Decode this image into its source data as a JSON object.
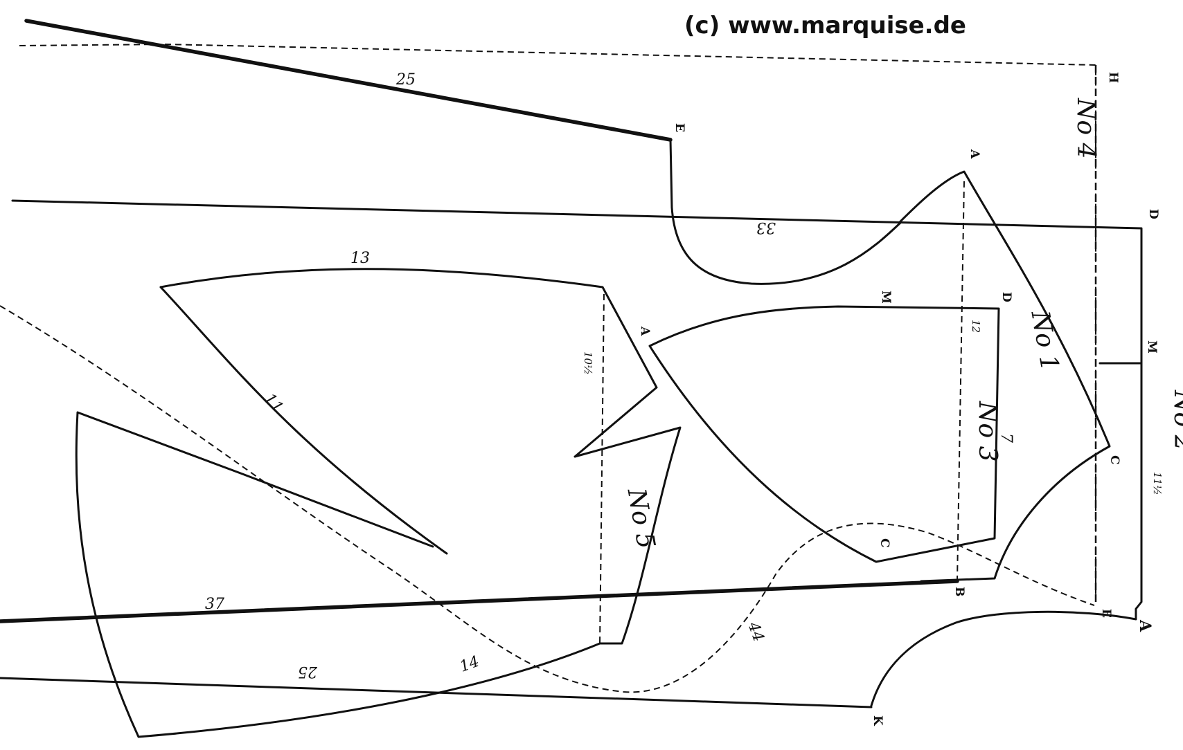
{
  "copyright": "(c) www.marquise.de",
  "pieces": {
    "no1": "No 1",
    "no2": "No 2",
    "no3": "No 3",
    "no4": "No 4",
    "no5": "No 5"
  },
  "measurements": {
    "m25_top": "25",
    "m33": "33",
    "m13": "13",
    "m11": "11",
    "m10_5": "10½",
    "m12": "12",
    "m7": "7",
    "m11_5": "11½",
    "m37": "37",
    "m44": "44",
    "m14": "14",
    "m25_bottom": "25"
  },
  "points": {
    "H": "H",
    "E_top": "E",
    "A_no1": "A",
    "D_right": "D",
    "M_top": "M",
    "D_no3": "D",
    "A_no3": "A",
    "M_right": "M",
    "C_no1": "C",
    "C_no3": "C",
    "B": "B",
    "E_bottom": "E",
    "A_bottom": "A",
    "K": "K"
  }
}
